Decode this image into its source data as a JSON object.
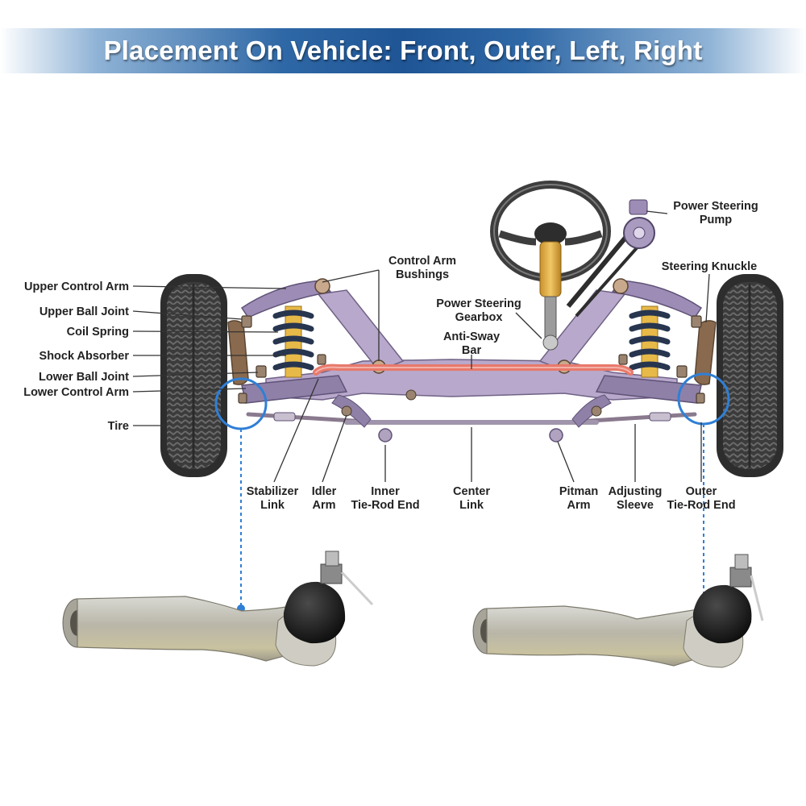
{
  "banner": {
    "title": "Placement On Vehicle: Front, Outer, Left, Right",
    "color_start": "#8fb3d6",
    "color_mid": "#1f5595"
  },
  "labels": {
    "upper_control_arm": "Upper Control Arm",
    "upper_ball_joint": "Upper Ball Joint",
    "coil_spring": "Coil Spring",
    "shock_absorber": "Shock Absorber",
    "lower_ball_joint": "Lower Ball Joint",
    "lower_control_arm": "Lower Control Arm",
    "tire": "Tire",
    "control_arm_bushings_1": "Control Arm",
    "control_arm_bushings_2": "Bushings",
    "power_steering_gearbox_1": "Power Steering",
    "power_steering_gearbox_2": "Gearbox",
    "anti_sway_bar_1": "Anti-Sway",
    "anti_sway_bar_2": "Bar",
    "power_steering_pump_1": "Power Steering",
    "power_steering_pump_2": "Pump",
    "steering_knuckle": "Steering Knuckle",
    "stabilizer_link_1": "Stabilizer",
    "stabilizer_link_2": "Link",
    "idler_arm_1": "Idler",
    "idler_arm_2": "Arm",
    "inner_tie_rod_end_1": "Inner",
    "inner_tie_rod_end_2": "Tie-Rod End",
    "center_link_1": "Center",
    "center_link_2": "Link",
    "pitman_arm_1": "Pitman",
    "pitman_arm_2": "Arm",
    "adjusting_sleeve_1": "Adjusting",
    "adjusting_sleeve_2": "Sleeve",
    "outer_tie_rod_end_1": "Outer",
    "outer_tie_rod_end_2": "Tie-Rod End"
  },
  "colors": {
    "highlight_circle": "#2f7fd6",
    "frame": "#b9a9cc",
    "anti_sway_bar": "#e8796b",
    "tire": "#3a3a3a",
    "spring": "#27354f",
    "shock": "#e7b948"
  }
}
